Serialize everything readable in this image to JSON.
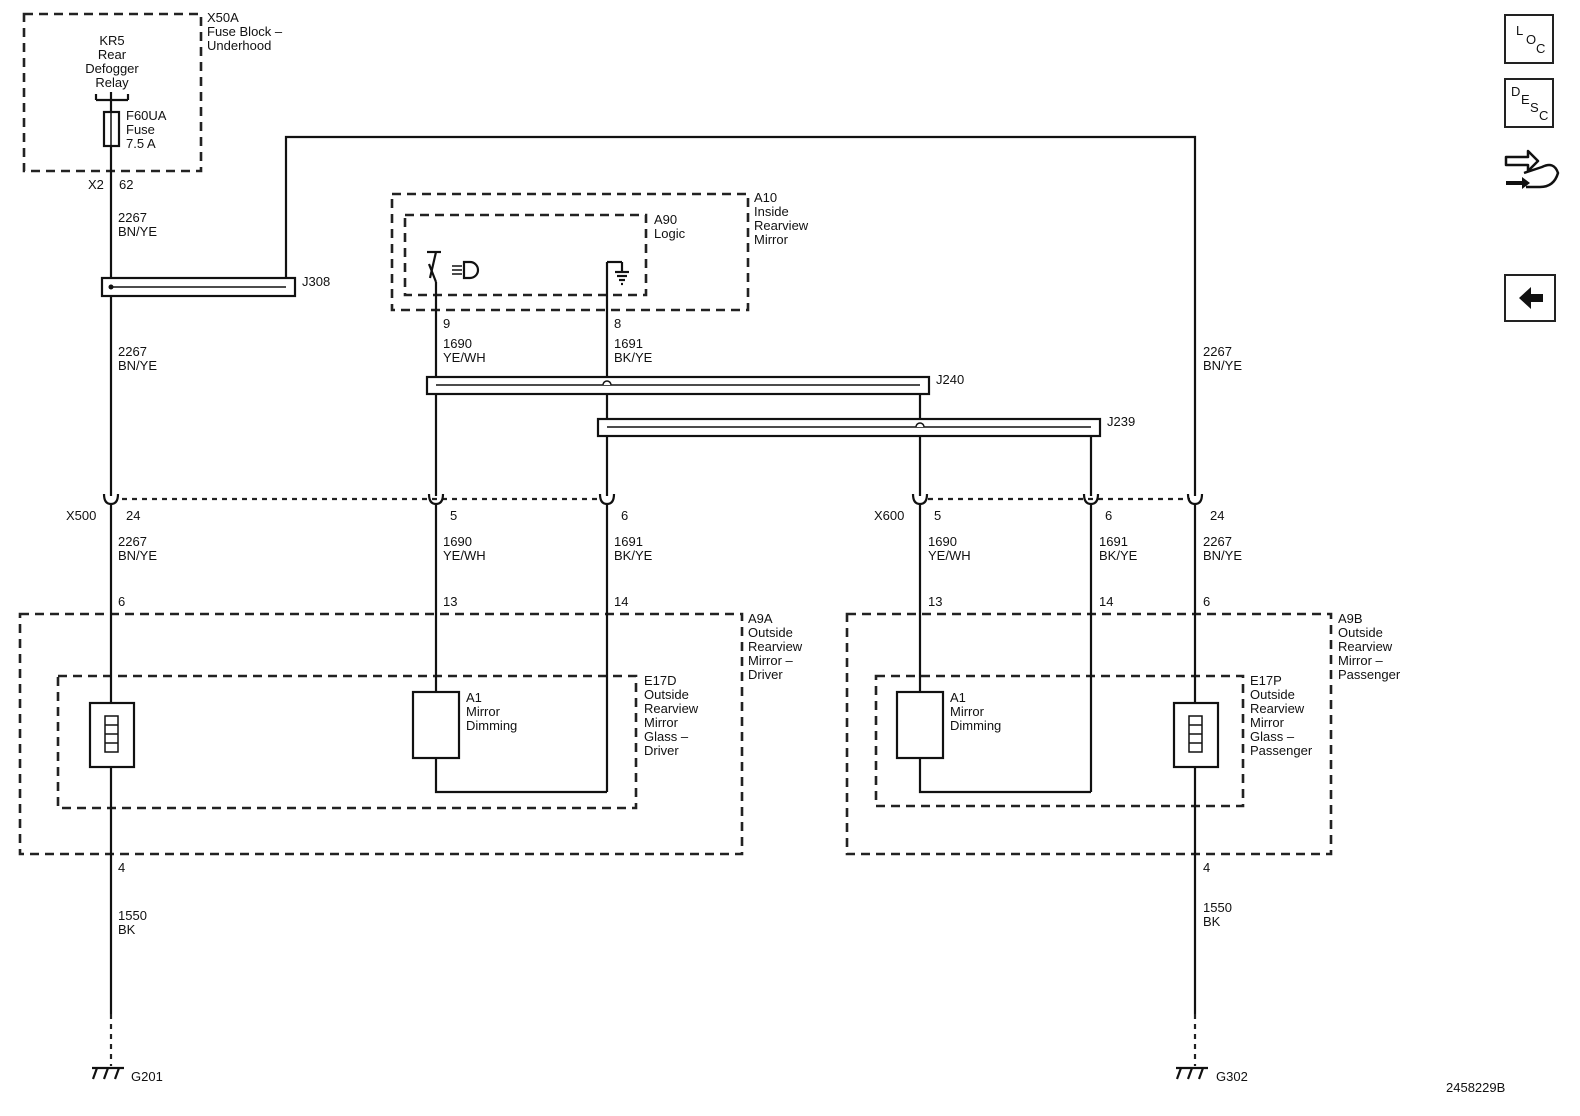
{
  "toolbar": {
    "loc": [
      "L",
      "O",
      "C"
    ],
    "desc": [
      "D",
      "E",
      "S",
      "C"
    ]
  },
  "diagram_id": "2458229B",
  "labels": {
    "x50a_ref": "X50A",
    "x50a_name1": "Fuse Block –",
    "x50a_name2": "Underhood",
    "kr5_1": "KR5",
    "kr5_2": "Rear",
    "kr5_3": "Defogger",
    "kr5_4": "Relay",
    "f60ua_1": "F60UA",
    "f60ua_2": "Fuse",
    "f60ua_3": "7.5 A",
    "x2": "X2",
    "x2_pin": "62",
    "w2267_a1": "2267",
    "w2267_a2": "BN/YE",
    "j308": "J308",
    "w2267_b1": "2267",
    "w2267_b2": "BN/YE",
    "a10_1": "A10",
    "a10_2": "Inside",
    "a10_3": "Rearview",
    "a10_4": "Mirror",
    "a90_1": "A90",
    "a90_2": "Logic",
    "pin9": "9",
    "w1690_a1": "1690",
    "w1690_a2": "YE/WH",
    "pin8": "8",
    "w1691_a1": "1691",
    "w1691_a2": "BK/YE",
    "j240": "J240",
    "j239": "J239",
    "w2267_r1": "2267",
    "w2267_r2": "BN/YE",
    "x500": "X500",
    "x500_p24": "24",
    "x500_p5": "5",
    "x500_p6": "6",
    "x600": "X600",
    "x600_p5": "5",
    "x600_p6": "6",
    "x600_p24": "24",
    "d_2267_1": "2267",
    "d_2267_2": "BN/YE",
    "d_1690_1": "1690",
    "d_1690_2": "YE/WH",
    "d_1691_1": "1691",
    "d_1691_2": "BK/YE",
    "p_1690_1": "1690",
    "p_1690_2": "YE/WH",
    "p_1691_1": "1691",
    "p_1691_2": "BK/YE",
    "p_2267_1": "2267",
    "p_2267_2": "BN/YE",
    "dpin6": "6",
    "dpin13": "13",
    "dpin14": "14",
    "ppin13": "13",
    "ppin14": "14",
    "ppin6": "6",
    "a9a_1": "A9A",
    "a9a_2": "Outside",
    "a9a_3": "Rearview",
    "a9a_4": "Mirror –",
    "a9a_5": "Driver",
    "e17d_1": "E17D",
    "e17d_2": "Outside",
    "e17d_3": "Rearview",
    "e17d_4": "Mirror",
    "e17d_5": "Glass –",
    "e17d_6": "Driver",
    "a1d_1": "A1",
    "a1d_2": "Mirror",
    "a1d_3": "Dimming",
    "a9b_1": "A9B",
    "a9b_2": "Outside",
    "a9b_3": "Rearview",
    "a9b_4": "Mirror –",
    "a9b_5": "Passenger",
    "e17p_1": "E17P",
    "e17p_2": "Outside",
    "e17p_3": "Rearview",
    "e17p_4": "Mirror",
    "e17p_5": "Glass –",
    "e17p_6": "Passenger",
    "a1p_1": "A1",
    "a1p_2": "Mirror",
    "a1p_3": "Dimming",
    "dpin4": "4",
    "w1550_d1": "1550",
    "w1550_d2": "BK",
    "ppin4": "4",
    "w1550_p1": "1550",
    "w1550_p2": "BK",
    "g201": "G201",
    "g302": "G302"
  }
}
